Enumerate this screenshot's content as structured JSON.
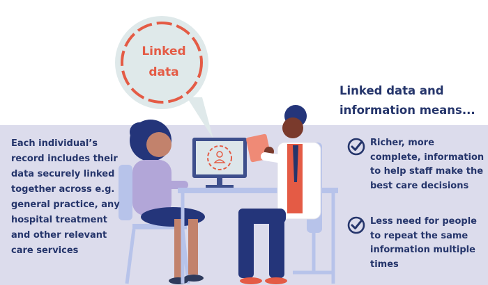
{
  "bubble": {
    "line1": "Linked",
    "line2": "data"
  },
  "left_text": "Each individual’s record includes their data securely linked together across e.g. general practice, any hospital treatment and other relevant care services",
  "heading": "Linked data and information means...",
  "benefits": [
    {
      "text": "Richer, more complete, information to help staff make the best care decisions",
      "icon": "check-circle-icon"
    },
    {
      "text": "Less need for people to repeat the same information multiple times",
      "icon": "check-circle-icon"
    }
  ],
  "colors": {
    "navy": "#25356b",
    "accent_red": "#e45b45",
    "band": "#dcdcec",
    "bubble": "#dfe9ea"
  }
}
